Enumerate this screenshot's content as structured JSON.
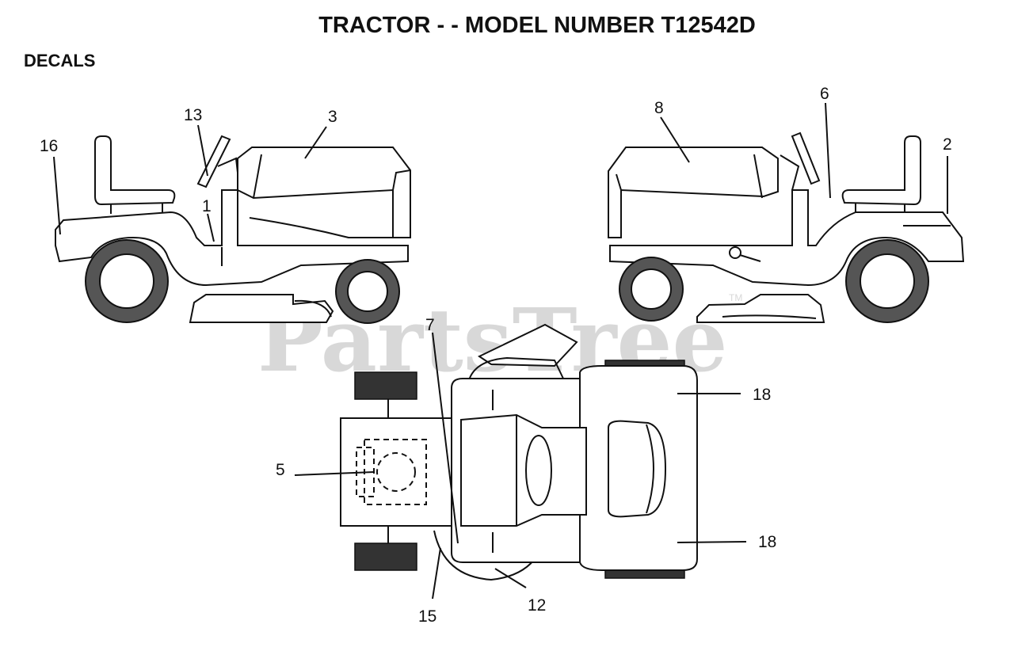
{
  "title": "TRACTOR - - MODEL NUMBER T12542D",
  "section": "DECALS",
  "watermark": "PartsTree",
  "watermark_tm": "TM",
  "callouts": [
    {
      "id": "13",
      "text": "13"
    },
    {
      "id": "3",
      "text": "3"
    },
    {
      "id": "16",
      "text": "16"
    },
    {
      "id": "1",
      "text": "1"
    },
    {
      "id": "8",
      "text": "8"
    },
    {
      "id": "6",
      "text": "6"
    },
    {
      "id": "2",
      "text": "2"
    },
    {
      "id": "7",
      "text": "7"
    },
    {
      "id": "18a",
      "text": "18"
    },
    {
      "id": "5",
      "text": "5"
    },
    {
      "id": "18b",
      "text": "18"
    },
    {
      "id": "12",
      "text": "12"
    },
    {
      "id": "15",
      "text": "15"
    }
  ],
  "colors": {
    "line": "#111111",
    "background": "#ffffff",
    "watermark": "#d8d8d8",
    "tire": "#555555"
  }
}
